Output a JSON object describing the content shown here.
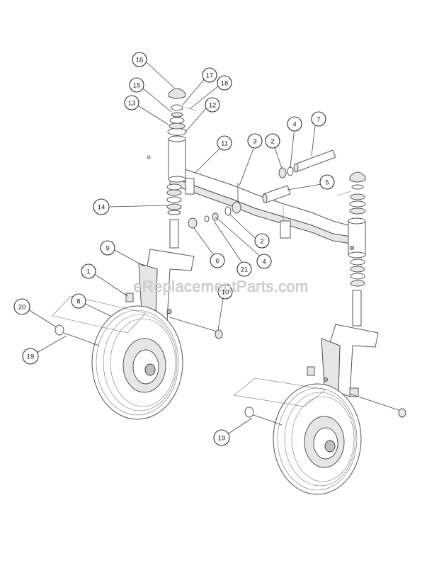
{
  "watermark": "eReplacementParts.com",
  "callouts": [
    {
      "id": "c16",
      "label": "16"
    },
    {
      "id": "c17",
      "label": "17"
    },
    {
      "id": "c15",
      "label": "15"
    },
    {
      "id": "c18",
      "label": "18"
    },
    {
      "id": "c13",
      "label": "13"
    },
    {
      "id": "c12",
      "label": "12"
    },
    {
      "id": "c7",
      "label": "7"
    },
    {
      "id": "c4a",
      "label": "4"
    },
    {
      "id": "c3",
      "label": "3"
    },
    {
      "id": "c2a",
      "label": "2"
    },
    {
      "id": "c11",
      "label": "11"
    },
    {
      "id": "c5",
      "label": "5"
    },
    {
      "id": "c14",
      "label": "14"
    },
    {
      "id": "c2b",
      "label": "2"
    },
    {
      "id": "c9",
      "label": "9"
    },
    {
      "id": "c6",
      "label": "6"
    },
    {
      "id": "c21",
      "label": "21"
    },
    {
      "id": "c4b",
      "label": "4"
    },
    {
      "id": "c1",
      "label": "1"
    },
    {
      "id": "c10",
      "label": "10"
    },
    {
      "id": "c8",
      "label": "8"
    },
    {
      "id": "c20",
      "label": "20"
    },
    {
      "id": "c19a",
      "label": "19"
    },
    {
      "id": "c19b",
      "label": "19"
    }
  ]
}
